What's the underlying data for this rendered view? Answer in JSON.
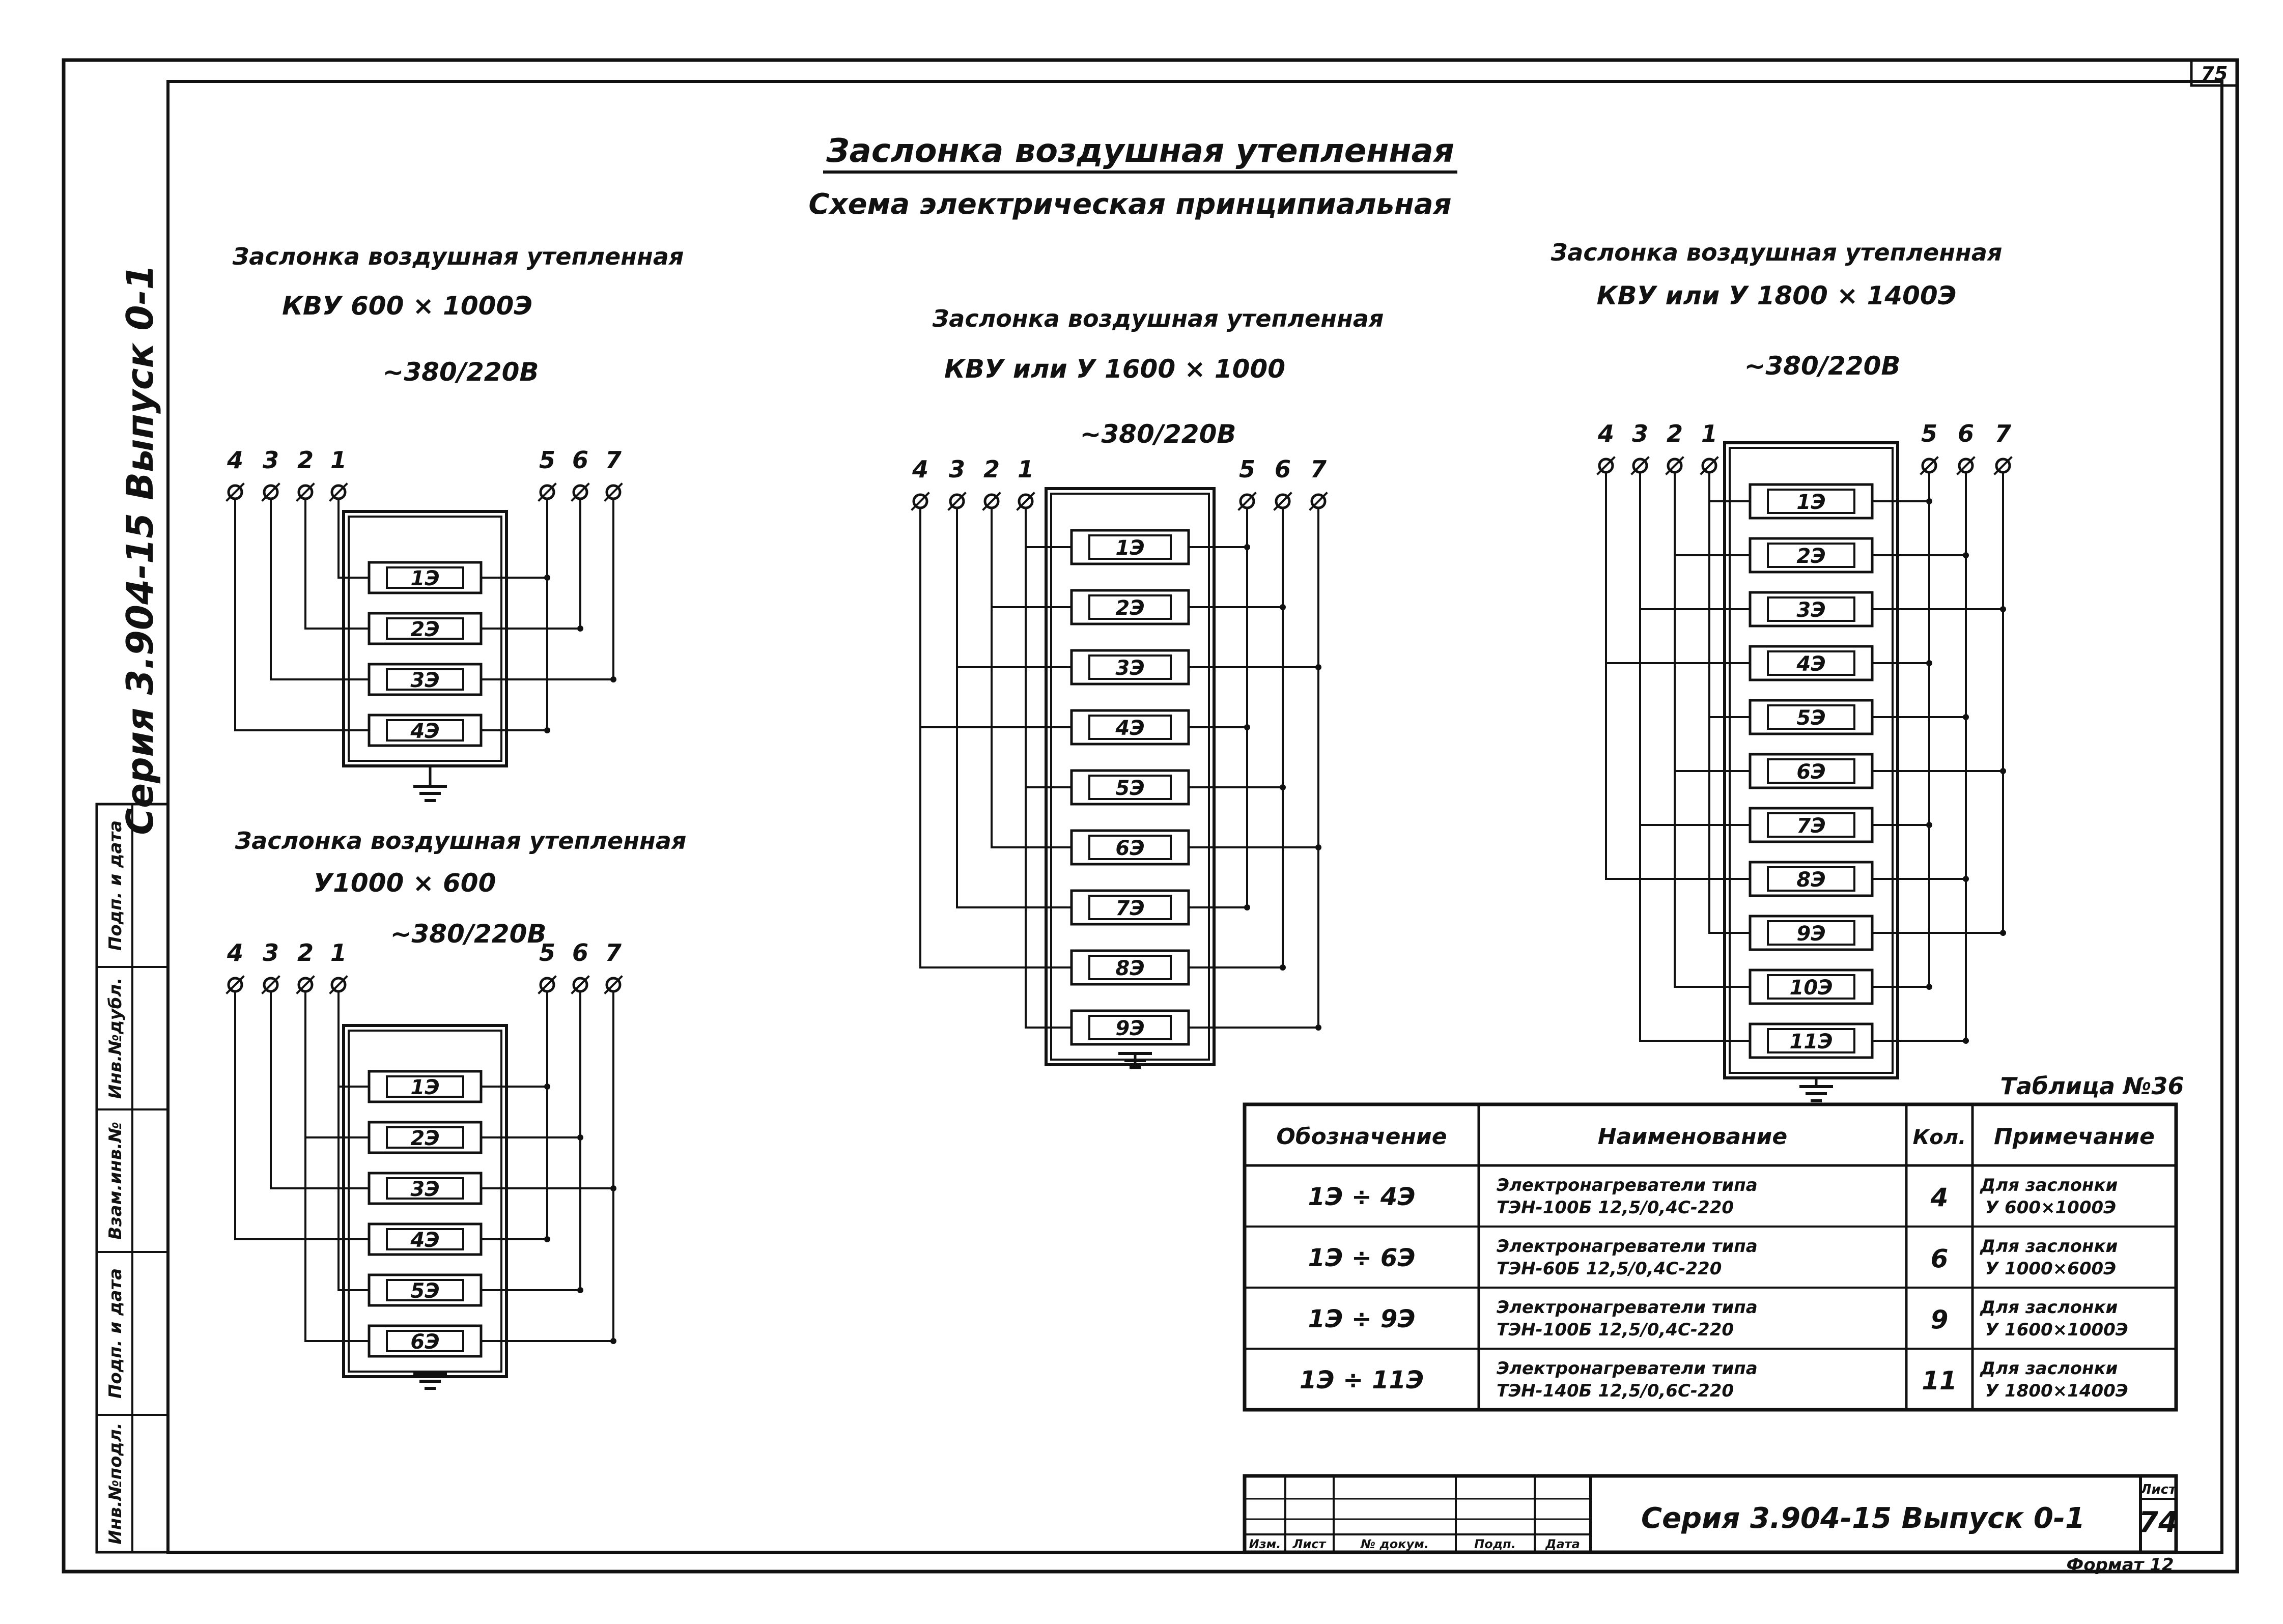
{
  "sheet": {
    "corner_page": "75",
    "title": "Заслонка воздушная утепленная",
    "subtitle": "Схема электрическая принципиальная",
    "side_label": "Серия 3.904-15   Выпуск 0-1",
    "left_stamp": [
      "Инв.№подл.",
      "Подп. и дата",
      "Взам.инв.№",
      "Инв.№дубл.",
      "Подп. и дата"
    ],
    "format_label": "Формат 12"
  },
  "damper_a": {
    "name": "Заслонка воздушная утепленная",
    "model": "КВУ 600 × 1000Э",
    "voltage": "~380/220В",
    "terminals": [
      "4",
      "3",
      "2",
      "1",
      "5",
      "6",
      "7"
    ],
    "heaters": [
      "1Э",
      "2Э",
      "3Э",
      "4Э"
    ]
  },
  "damper_b": {
    "name": "Заслонка воздушная утепленная",
    "model": "У1000 × 600",
    "voltage": "~380/220В",
    "terminals": [
      "4",
      "3",
      "2",
      "1",
      "5",
      "6",
      "7"
    ],
    "heaters": [
      "1Э",
      "2Э",
      "3Э",
      "4Э",
      "5Э",
      "6Э"
    ]
  },
  "damper_c": {
    "name": "Заслонка воздушная утепленная",
    "model": "КВУ или У 1600 × 1000",
    "voltage": "~380/220В",
    "terminals": [
      "4",
      "3",
      "2",
      "1",
      "5",
      "6",
      "7"
    ],
    "heaters": [
      "1Э",
      "2Э",
      "3Э",
      "4Э",
      "5Э",
      "6Э",
      "7Э",
      "8Э",
      "9Э"
    ]
  },
  "damper_d": {
    "name": "Заслонка воздушная утепленная",
    "model": "КВУ или У 1800 × 1400Э",
    "voltage": "~380/220В",
    "terminals": [
      "4",
      "3",
      "2",
      "1",
      "5",
      "6",
      "7"
    ],
    "heaters": [
      "1Э",
      "2Э",
      "3Э",
      "4Э",
      "5Э",
      "6Э",
      "7Э",
      "8Э",
      "9Э",
      "10Э",
      "11Э"
    ]
  },
  "table": {
    "caption": "Таблица №36",
    "headers": [
      "Обозначение",
      "Наименование",
      "Кол.",
      "Примечание"
    ],
    "rows": [
      {
        "designation": "1Э ÷ 4Э",
        "name1": "Электронагреватели типа",
        "name2": "ТЭН-100Б 12,5/0,4С-220",
        "qty": "4",
        "note1": "Для заслонки",
        "note2": "У 600×1000Э"
      },
      {
        "designation": "1Э ÷ 6Э",
        "name1": "Электронагреватели типа",
        "name2": "ТЭН-60Б 12,5/0,4С-220",
        "qty": "6",
        "note1": "Для заслонки",
        "note2": "У 1000×600Э"
      },
      {
        "designation": "1Э ÷ 9Э",
        "name1": "Электронагреватели типа",
        "name2": "ТЭН-100Б 12,5/0,4С-220",
        "qty": "9",
        "note1": "Для заслонки",
        "note2": "У 1600×1000Э"
      },
      {
        "designation": "1Э ÷ 11Э",
        "name1": "Электронагреватели типа",
        "name2": "ТЭН-140Б 12,5/0,6С-220",
        "qty": "11",
        "note1": "Для заслонки",
        "note2": "У 1800×1400Э"
      }
    ]
  },
  "title_block": {
    "headers": [
      "Изм.",
      "Лист",
      "№ докум.",
      "Подп.",
      "Дата"
    ],
    "series": "Серия 3.904-15   Выпуск 0-1",
    "sheet_label": "Лист",
    "sheet_number": "74"
  }
}
